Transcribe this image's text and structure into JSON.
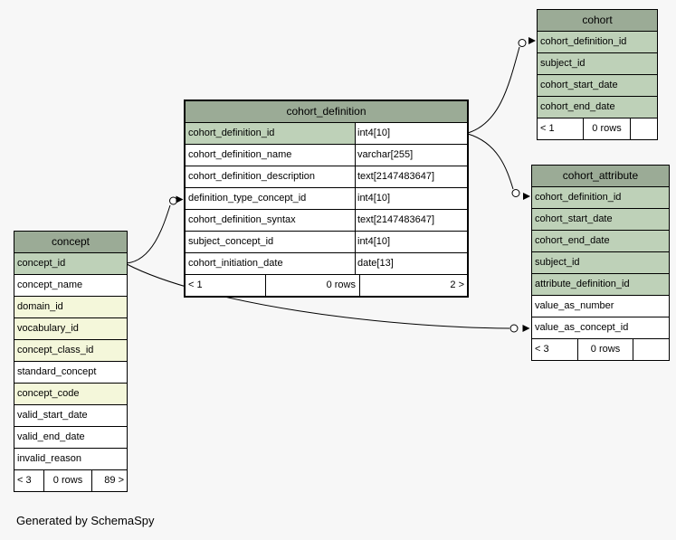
{
  "palette": {
    "canvas_bg": "#f7f7f7",
    "header_bg": "#9bab96",
    "primary_key_bg": "#bed1b8",
    "indexed_bg": "#f4f7da",
    "row_bg": "#ffffff",
    "line": "#000000"
  },
  "caption": "Generated by SchemaSpy",
  "tables": {
    "cohort": {
      "title": "cohort",
      "columns": [
        {
          "name": "cohort_definition_id",
          "key": "pk"
        },
        {
          "name": "subject_id",
          "key": "pk"
        },
        {
          "name": "cohort_start_date",
          "key": "pk"
        },
        {
          "name": "cohort_end_date",
          "key": "pk"
        }
      ],
      "footer": {
        "left": "< 1",
        "mid": "0 rows",
        "right": ""
      }
    },
    "cohort_definition": {
      "title": "cohort_definition",
      "columns": [
        {
          "name": "cohort_definition_id",
          "type": "int4[10]",
          "key": "pk"
        },
        {
          "name": "cohort_definition_name",
          "type": "varchar[255]",
          "key": ""
        },
        {
          "name": "cohort_definition_description",
          "type": "text[2147483647]",
          "key": ""
        },
        {
          "name": "definition_type_concept_id",
          "type": "int4[10]",
          "key": ""
        },
        {
          "name": "cohort_definition_syntax",
          "type": "text[2147483647]",
          "key": ""
        },
        {
          "name": "subject_concept_id",
          "type": "int4[10]",
          "key": ""
        },
        {
          "name": "cohort_initiation_date",
          "type": "date[13]",
          "key": ""
        }
      ],
      "footer": {
        "left": "< 1",
        "mid": "0 rows",
        "right": "2 >"
      }
    },
    "cohort_attribute": {
      "title": "cohort_attribute",
      "columns": [
        {
          "name": "cohort_definition_id",
          "key": "pk"
        },
        {
          "name": "cohort_start_date",
          "key": "pk"
        },
        {
          "name": "cohort_end_date",
          "key": "pk"
        },
        {
          "name": "subject_id",
          "key": "pk"
        },
        {
          "name": "attribute_definition_id",
          "key": "pk"
        },
        {
          "name": "value_as_number",
          "key": ""
        },
        {
          "name": "value_as_concept_id",
          "key": ""
        }
      ],
      "footer": {
        "left": "< 3",
        "mid": "0 rows",
        "right": ""
      }
    },
    "concept": {
      "title": "concept",
      "columns": [
        {
          "name": "concept_id",
          "key": "pk"
        },
        {
          "name": "concept_name",
          "key": ""
        },
        {
          "name": "domain_id",
          "key": "idx"
        },
        {
          "name": "vocabulary_id",
          "key": "idx"
        },
        {
          "name": "concept_class_id",
          "key": "idx"
        },
        {
          "name": "standard_concept",
          "key": ""
        },
        {
          "name": "concept_code",
          "key": "idx"
        },
        {
          "name": "valid_start_date",
          "key": ""
        },
        {
          "name": "valid_end_date",
          "key": ""
        },
        {
          "name": "invalid_reason",
          "key": ""
        }
      ],
      "footer": {
        "left": "< 3",
        "mid": "0 rows",
        "right": "89 >"
      }
    }
  },
  "relationships": [
    {
      "from": "cohort_definition.cohort_definition_id",
      "to": "cohort.cohort_definition_id"
    },
    {
      "from": "cohort_definition.cohort_definition_id",
      "to": "cohort_attribute.cohort_definition_id"
    },
    {
      "from": "concept.concept_id",
      "to": "cohort_definition.definition_type_concept_id"
    },
    {
      "from": "concept.concept_id",
      "to": "cohort_attribute.value_as_concept_id"
    }
  ]
}
